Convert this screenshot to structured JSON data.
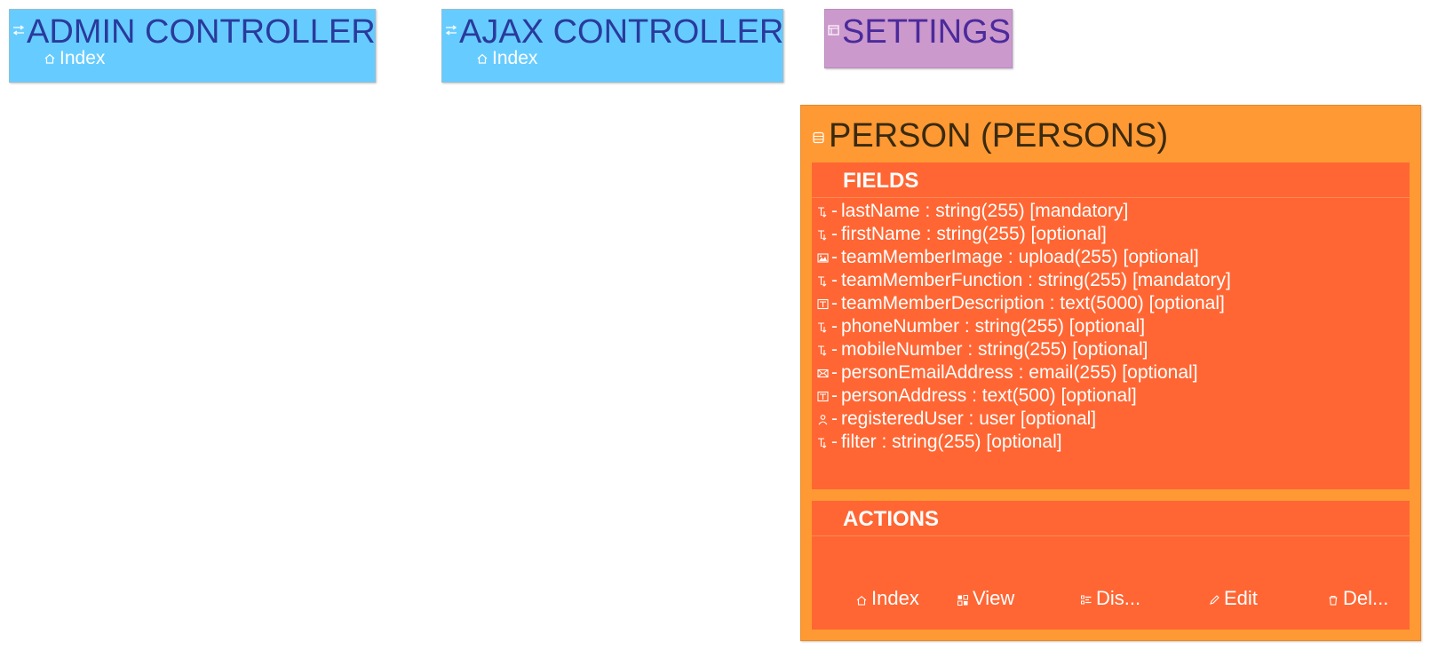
{
  "admin_controller": {
    "title": "ADMIN CONTROLLER",
    "icon": "swap-arrows-icon",
    "items": [
      {
        "label": "Index",
        "icon": "home-icon"
      }
    ]
  },
  "ajax_controller": {
    "title": "AJAX CONTROLLER",
    "icon": "swap-arrows-icon",
    "items": [
      {
        "label": "Index",
        "icon": "home-icon"
      }
    ]
  },
  "settings": {
    "title": "SETTINGS",
    "icon": "table-icon"
  },
  "entity": {
    "title": "PERSON (PERSONS)",
    "icon": "database-icon",
    "fields_header": "FIELDS",
    "fields": [
      {
        "icon": "text-type-icon",
        "text": "lastName : string(255) [mandatory]"
      },
      {
        "icon": "text-type-icon",
        "text": "firstName : string(255) [optional]"
      },
      {
        "icon": "image-icon",
        "text": "teamMemberImage : upload(255) [optional]"
      },
      {
        "icon": "text-type-icon",
        "text": "teamMemberFunction : string(255) [mandatory]"
      },
      {
        "icon": "textarea-icon",
        "text": "teamMemberDescription : text(5000) [optional]"
      },
      {
        "icon": "text-type-icon",
        "text": "phoneNumber : string(255) [optional]"
      },
      {
        "icon": "text-type-icon",
        "text": "mobileNumber : string(255) [optional]"
      },
      {
        "icon": "email-icon",
        "text": "personEmailAddress : email(255) [optional]"
      },
      {
        "icon": "textarea-icon",
        "text": "personAddress : text(500) [optional]"
      },
      {
        "icon": "user-icon",
        "text": "registeredUser : user [optional]"
      },
      {
        "icon": "text-type-icon",
        "text": "filter : string(255) [optional]"
      }
    ],
    "actions_header": "ACTIONS",
    "actions": [
      {
        "label": "Index",
        "icon": "home-icon"
      },
      {
        "label": "View",
        "icon": "grid-icon"
      },
      {
        "label": "Dis...",
        "icon": "list-icon"
      },
      {
        "label": "Edit",
        "icon": "pencil-icon"
      },
      {
        "label": "Del...",
        "icon": "trash-icon"
      }
    ]
  },
  "colors": {
    "controller_bg": "#66ccff",
    "controller_title": "#2a3a9c",
    "settings_bg": "#cc99cc",
    "settings_title": "#4b2a9c",
    "entity_bg": "#ff9933",
    "section_bg": "#ff6633"
  }
}
